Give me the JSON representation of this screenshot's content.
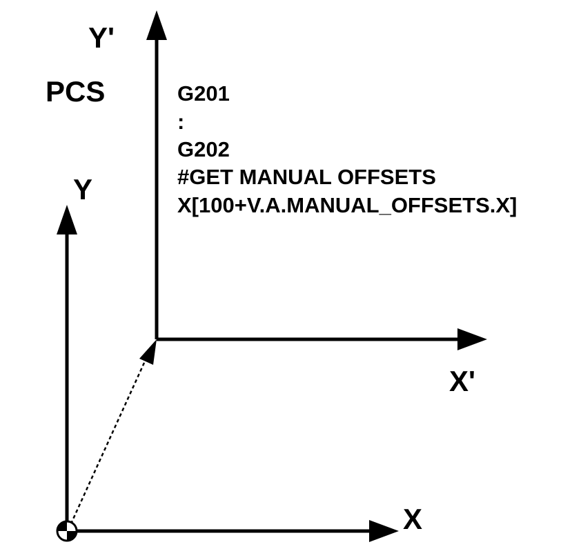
{
  "diagram": {
    "labels": {
      "y_prime": "Y'",
      "pcs": "PCS",
      "y": "Y",
      "x_prime": "X'",
      "x": "X"
    },
    "code_lines": [
      "G201",
      ":",
      "G202",
      "#GET MANUAL OFFSETS",
      "X[100+V.A.MANUAL_OFFSETS.X]"
    ],
    "colors": {
      "stroke": "#000000",
      "background": "#ffffff"
    }
  }
}
